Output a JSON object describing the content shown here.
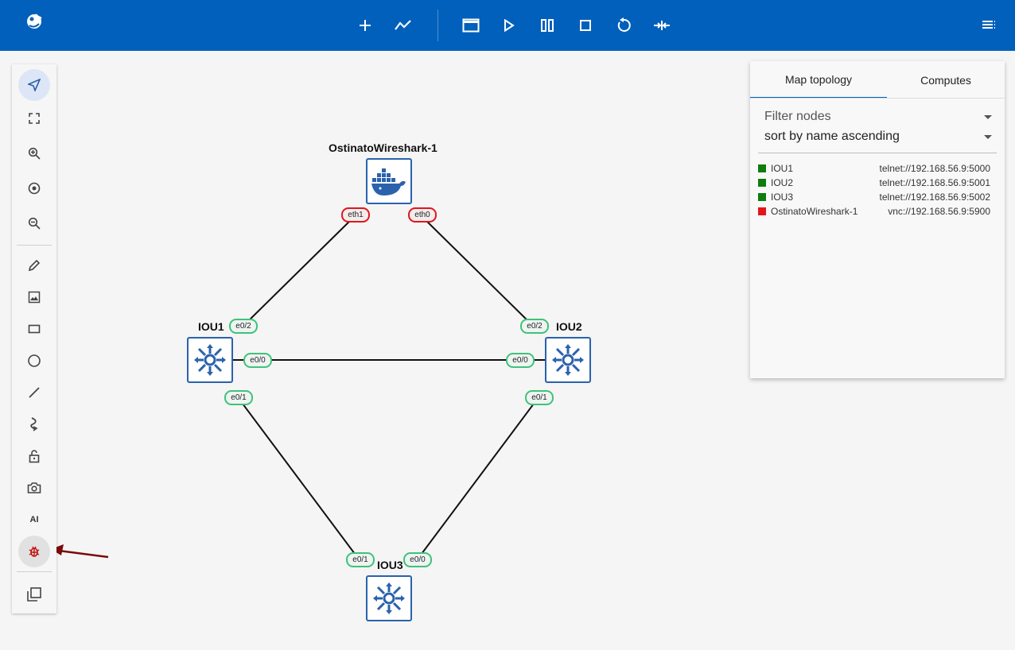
{
  "toolbar": {
    "icons": [
      "logo-icon",
      "add-icon",
      "trend-icon",
      "console-window-icon",
      "play-icon",
      "pause-icon",
      "stop-icon",
      "reload-icon",
      "collapse-icon",
      "menu-icon"
    ]
  },
  "left_toolbar": {
    "ai_label": "AI"
  },
  "topology": {
    "nodes": [
      {
        "name": "OstinatoWireshark-1"
      },
      {
        "name": "IOU1"
      },
      {
        "name": "IOU2"
      },
      {
        "name": "IOU3"
      }
    ],
    "ports": {
      "osti_eth1": "eth1",
      "osti_eth0": "eth0",
      "iou1_e02": "e0/2",
      "iou1_e00": "e0/0",
      "iou1_e01": "e0/1",
      "iou2_e02": "e0/2",
      "iou2_e00": "e0/0",
      "iou2_e01": "e0/1",
      "iou3_e01": "e0/1",
      "iou3_e00": "e0/0"
    }
  },
  "panel": {
    "tabs": [
      "Map topology",
      "Computes"
    ],
    "filter_placeholder": "Filter nodes",
    "sort_value": "sort by name ascending",
    "nodes": [
      {
        "name": "IOU1",
        "console": "telnet://192.168.56.9:5000",
        "status_color": "#0f7c0f"
      },
      {
        "name": "IOU2",
        "console": "telnet://192.168.56.9:5001",
        "status_color": "#0f7c0f"
      },
      {
        "name": "IOU3",
        "console": "telnet://192.168.56.9:5002",
        "status_color": "#0f7c0f"
      },
      {
        "name": "OstinatoWireshark-1",
        "console": "vnc://192.168.56.9:5900",
        "status_color": "#e3151b"
      }
    ]
  },
  "colors": {
    "topbar": "#0060bb",
    "node_border": "#2a62ad",
    "port_green": "#3fc27a",
    "port_red": "#e0151d",
    "arrow": "#7a0a0a"
  }
}
